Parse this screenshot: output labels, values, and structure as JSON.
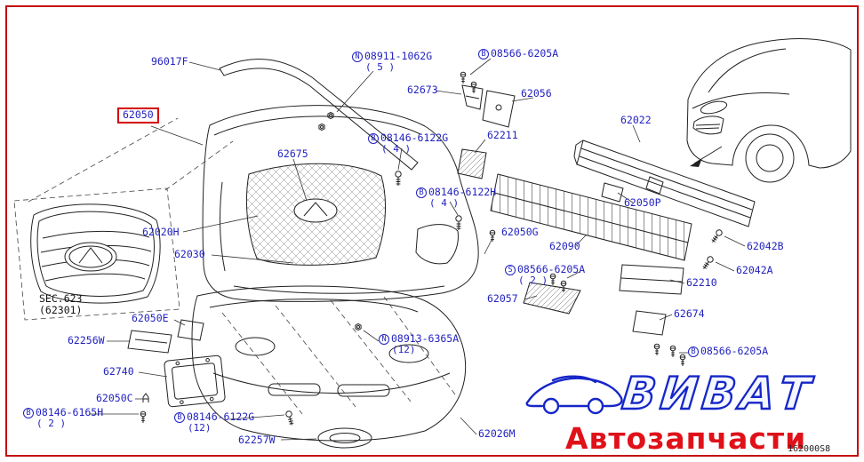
{
  "page": {
    "code": "162000S8"
  },
  "logo": {
    "brand": "ВИВАТ",
    "tagline": "Автозапчасти"
  },
  "labels": {
    "molding": {
      "text": "96017F"
    },
    "bumper_assy": {
      "text": "62050"
    },
    "nut_08911": {
      "prefix": "N",
      "text": "08911-1062G",
      "count": "( 5 )"
    },
    "screw_08566_top": {
      "prefix": "B",
      "text": "08566-6205A"
    },
    "bracket_62673": {
      "text": "62673"
    },
    "bracket_62056": {
      "text": "62056"
    },
    "reinf_62022": {
      "text": "62022"
    },
    "finisher_62675": {
      "text": "62675"
    },
    "bolt_6122g_4": {
      "prefix": "B",
      "text": "08146-6122G",
      "count": "( 4 )"
    },
    "bracket_62211": {
      "text": "62211"
    },
    "bolt_6122h_4": {
      "prefix": "B",
      "text": "08146-6122H",
      "count": "( 4 )"
    },
    "bracket_62050p": {
      "text": "62050P"
    },
    "grille_62020h": {
      "text": "62020H"
    },
    "finisher_62030": {
      "text": "62030"
    },
    "bolt_62050g": {
      "text": "62050G"
    },
    "absorber_62090": {
      "text": "62090"
    },
    "bolt_62042b": {
      "text": "62042B"
    },
    "bolt_62042a": {
      "text": "62042A"
    },
    "screw_08566_mid": {
      "prefix": "S",
      "text": "08566-6205A",
      "count": "( 2 )"
    },
    "bracket_62210": {
      "text": "62210"
    },
    "seal_62057": {
      "text": "62057"
    },
    "bracket_62674": {
      "text": "62674"
    },
    "sec_ref": {
      "text": "SEC.623",
      "sub": "(62301)"
    },
    "finisher_62256w": {
      "text": "62256W"
    },
    "bracket_62050e": {
      "text": "62050E"
    },
    "nut_08913": {
      "prefix": "N",
      "text": "08913-6365A",
      "count": "(12)"
    },
    "screw_08566_br": {
      "prefix": "B",
      "text": "08566-6205A"
    },
    "license_62740": {
      "text": "62740"
    },
    "clip_62050c": {
      "text": "62050C"
    },
    "bolt_6165h": {
      "prefix": "B",
      "text": "08146-6165H",
      "count": "( 2 )"
    },
    "bolt_6122g_12": {
      "prefix": "B",
      "text": "08146-6122G",
      "count": "(12)"
    },
    "fog_62257w": {
      "text": "62257W"
    },
    "lower_62026m": {
      "text": "62026M"
    }
  }
}
